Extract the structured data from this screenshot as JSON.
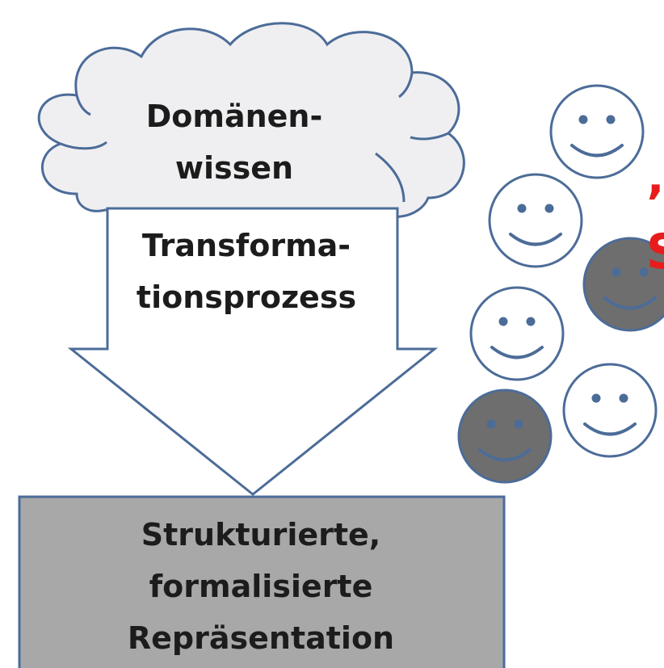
{
  "cloud": {
    "line1": "Domänen-",
    "line2": "wissen"
  },
  "arrow": {
    "line1": "Transforma-",
    "line2": "tionsprozess"
  },
  "box": {
    "line1": "Strukturierte,",
    "line2": "formalisierte",
    "line3": "Repräsentation"
  },
  "cutoff_text": {
    "line1": "’",
    "line2": "S"
  },
  "colors": {
    "cloud_fill": "#efeff2",
    "outline": "#4c6c98",
    "box_fill": "#a8a8a8",
    "face_light": "#ffffff",
    "face_dark": "#6e6e6e",
    "accent_red": "#e81c1c"
  },
  "smileys": [
    {
      "name": "smiley-light",
      "shade": "light"
    },
    {
      "name": "smiley-light",
      "shade": "light"
    },
    {
      "name": "smiley-dark",
      "shade": "dark"
    },
    {
      "name": "smiley-light",
      "shade": "light"
    },
    {
      "name": "smiley-light",
      "shade": "light"
    },
    {
      "name": "smiley-dark",
      "shade": "dark"
    }
  ]
}
